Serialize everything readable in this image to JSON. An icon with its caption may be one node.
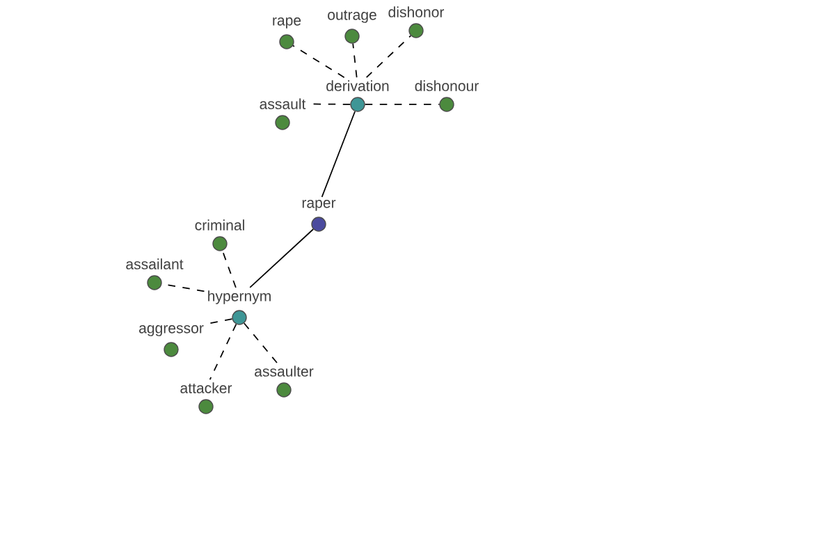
{
  "diagram": {
    "nodes": [
      {
        "text": [
          "raper"
        ]
      },
      {
        "text": [
          "derivation"
        ]
      },
      {
        "text": [
          "hypernym"
        ]
      },
      {
        "text": [
          "rape"
        ]
      },
      {
        "text": [
          "outrage"
        ]
      },
      {
        "text": [
          "dishonor"
        ]
      },
      {
        "text": [
          "assault"
        ]
      },
      {
        "text": [
          "dishonour"
        ]
      },
      {
        "text": [
          "criminal"
        ]
      },
      {
        "text": [
          "assailant"
        ]
      },
      {
        "text": [
          "aggressor"
        ]
      },
      {
        "text": [
          "attacker"
        ]
      },
      {
        "text": [
          "assaulter"
        ]
      }
    ],
    "edges": [
      {
        "from": 0,
        "to": 1,
        "arrow": "none"
      },
      {
        "from": 0,
        "to": 2,
        "arrow": "none"
      },
      {
        "from": 1,
        "to": 3,
        "arrow": "none",
        "style": "dashed"
      },
      {
        "from": 1,
        "to": 4,
        "arrow": "none",
        "style": "dashed"
      },
      {
        "from": 1,
        "to": 5,
        "arrow": "none",
        "style": "dashed"
      },
      {
        "from": 1,
        "to": 6,
        "arrow": "none",
        "style": "dashed"
      },
      {
        "from": 1,
        "to": 7,
        "arrow": "none",
        "style": "dashed"
      },
      {
        "from": 2,
        "to": 8,
        "arrow": "none",
        "style": "dashed"
      },
      {
        "from": 2,
        "to": 9,
        "arrow": "none",
        "style": "dashed"
      },
      {
        "from": 2,
        "to": 10,
        "arrow": "none",
        "style": "dashed"
      },
      {
        "from": 2,
        "to": 11,
        "arrow": "none",
        "style": "dashed"
      },
      {
        "from": 2,
        "to": 12,
        "arrow": "none",
        "style": "dashed"
      }
    ]
  }
}
